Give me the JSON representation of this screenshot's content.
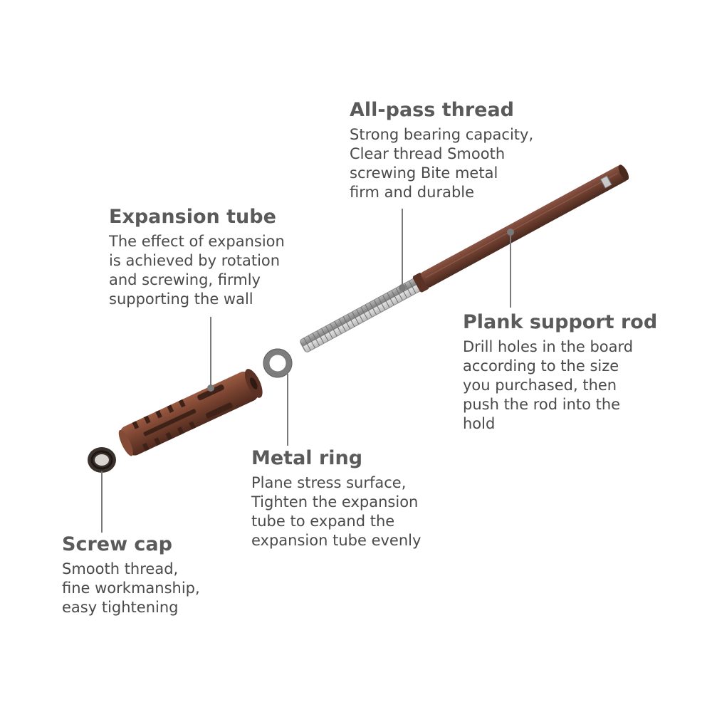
{
  "colors": {
    "rod": "#6b3d2e",
    "rod_dark": "#4a2a1f",
    "tube": "#74402e",
    "thread": "#b8b8b8",
    "ring": "#8a8a8a",
    "cap": "#3a302c",
    "leader": "#7a7a7a",
    "title_text": "#5a5a5a",
    "desc_text": "#4a4a4a"
  },
  "parts": {
    "all_pass_thread": {
      "title": "All-pass thread",
      "lines": [
        "Strong bearing capacity,",
        "Clear thread Smooth",
        "screwing Bite metal",
        "firm and durable"
      ]
    },
    "expansion_tube": {
      "title": "Expansion tube",
      "lines": [
        "The effect of expansion",
        "is achieved by rotation",
        "and screwing, firmly",
        "supporting the wall"
      ]
    },
    "plank_support_rod": {
      "title": "Plank support rod",
      "lines": [
        "Drill holes in the board",
        "according to the size",
        "you purchased, then",
        "push the rod into the",
        "hold"
      ]
    },
    "metal_ring": {
      "title": "Metal ring",
      "lines": [
        "Plane stress surface,",
        "Tighten the expansion",
        "tube to expand the",
        "expansion tube evenly"
      ]
    },
    "screw_cap": {
      "title": "Screw cap",
      "lines": [
        "Smooth thread,",
        "fine workmanship,",
        "easy tightening"
      ]
    }
  }
}
